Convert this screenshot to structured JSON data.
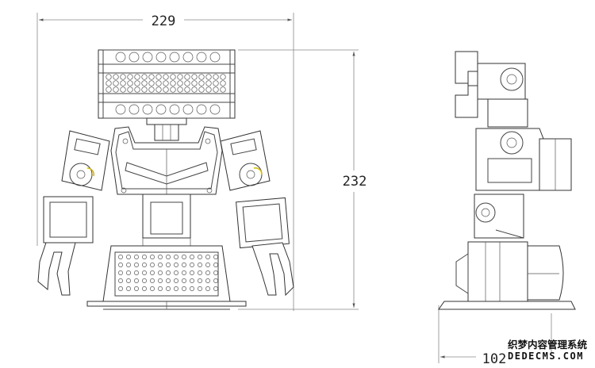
{
  "drawing": {
    "dimensions": {
      "width_label": "229",
      "height_label": "232",
      "depth_label": "102"
    },
    "accent_color": "#d4b800"
  },
  "watermark": {
    "line1": "织梦内容管理系统",
    "line2": "DEDECMS.COM"
  }
}
